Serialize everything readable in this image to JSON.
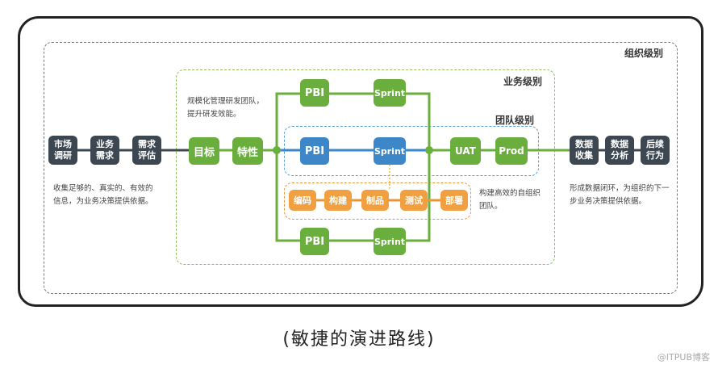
{
  "levels": {
    "org": "组织级别",
    "business": "业务级别",
    "team": "团队级别"
  },
  "left_nodes": [
    {
      "line1": "市场",
      "line2": "调研"
    },
    {
      "line1": "业务",
      "line2": "需求"
    },
    {
      "line1": "需求",
      "line2": "评估"
    }
  ],
  "goal": "目标",
  "feature": "特性",
  "pbi_top": "PBI",
  "sprint_top": "Sprint",
  "pbi_mid": "PBI",
  "sprint_mid": "Sprint",
  "pbi_bottom": "PBI",
  "sprint_bottom": "Sprint",
  "uat": "UAT",
  "prod": "Prod",
  "stages": [
    "编码",
    "构建",
    "制品",
    "测试",
    "部署"
  ],
  "right_nodes": [
    {
      "line1": "数据",
      "line2": "收集"
    },
    {
      "line1": "数据",
      "line2": "分析"
    },
    {
      "line1": "后续",
      "line2": "行为"
    }
  ],
  "notes": {
    "biz_line1": "规模化管理研发团队，",
    "biz_line2": "提升研发效能。",
    "left_line1": "收集足够的、真实的、有效的",
    "left_line2": "信息，为业务决策提供依据。",
    "team_line1": "构建高效的自组织",
    "team_line2": "团队。",
    "right_line1": "形成数据闭环，为组织的下一",
    "right_line2": "步业务决策提供依据。"
  },
  "caption": "(敏捷的演进路线)",
  "watermark": "@ITPUB博客",
  "colors": {
    "green": "#6aaf3d",
    "blue": "#3d86c8",
    "orange": "#f0a040",
    "dark": "#3c4752"
  }
}
